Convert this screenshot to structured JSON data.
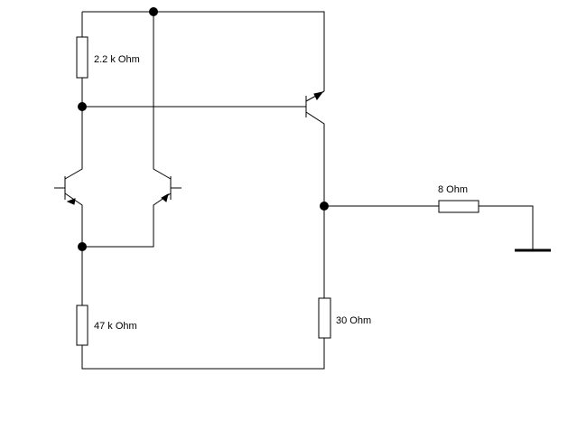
{
  "labels": {
    "r_top": "2.2 k Ohm",
    "r_bottom_left": "47 k Ohm",
    "r_emitter": "30  Ohm",
    "r_load": "8  Ohm"
  }
}
